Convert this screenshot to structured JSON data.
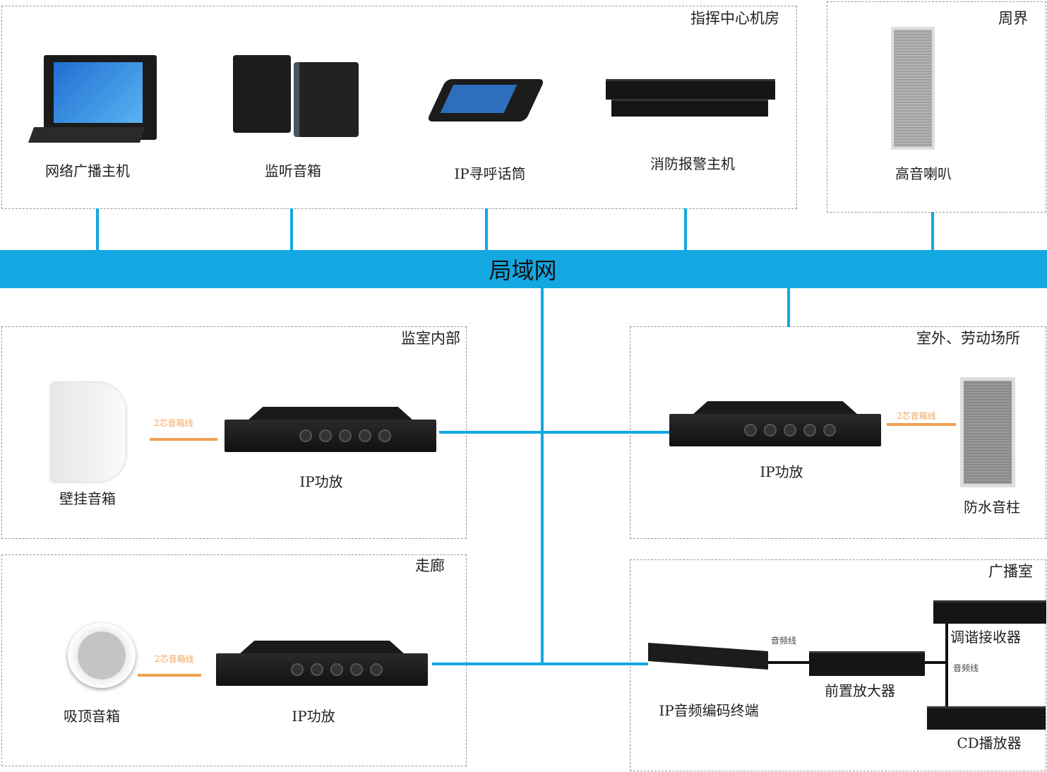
{
  "lan": {
    "label": "局域网"
  },
  "zones": {
    "command": {
      "title": "指挥中心机房",
      "devices": [
        "网络广播主机",
        "监听音箱",
        "IP寻呼话筒",
        "消防报警主机"
      ]
    },
    "perimeter": {
      "title": "周界",
      "devices": [
        "高音喇叭"
      ]
    },
    "cell": {
      "title": "监室内部",
      "devices": [
        "壁挂音箱",
        "IP功放"
      ],
      "cable": "2芯音箱线"
    },
    "outdoor": {
      "title": "室外、劳动场所",
      "devices": [
        "IP功放",
        "防水音柱"
      ],
      "cable": "2芯音箱线"
    },
    "corridor": {
      "title": "走廊",
      "devices": [
        "吸顶音箱",
        "IP功放"
      ],
      "cable": "2芯音箱线"
    },
    "studio": {
      "title": "广播室",
      "devices": [
        "IP音频编码终端",
        "前置放大器",
        "调谐接收器",
        "CD播放器"
      ],
      "cable1": "音频线",
      "cable2": "音频线"
    }
  },
  "colors": {
    "lan": "#13a8e2",
    "speaker_cable": "#f0a050"
  }
}
